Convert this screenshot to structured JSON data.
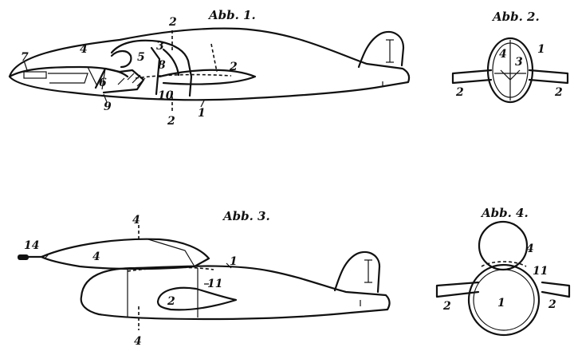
{
  "figures": {
    "fig1": {
      "caption": "Abb. 1.",
      "labels": {
        "n1": "1",
        "n2_top": "2",
        "n2_wing": "2",
        "n2_bottom": "2",
        "n3": "3",
        "n4": "4",
        "n5": "5",
        "n6": "6",
        "n7": "7",
        "n8": "8",
        "n9": "9",
        "n10": "10"
      }
    },
    "fig2": {
      "caption": "Abb. 2.",
      "labels": {
        "n1": "1",
        "n2_left": "2",
        "n2_right": "2",
        "n3": "3",
        "n4": "4"
      }
    },
    "fig3": {
      "caption": "Abb. 3.",
      "labels": {
        "n1": "1",
        "n2": "2",
        "n4_pod": "4",
        "n4_top": "4",
        "n4_bottom": "4",
        "n11": "11",
        "n14": "14"
      }
    },
    "fig4": {
      "caption": "Abb. 4.",
      "labels": {
        "n1": "1",
        "n2_left": "2",
        "n2_right": "2",
        "n4": "4",
        "n11": "11"
      }
    }
  }
}
